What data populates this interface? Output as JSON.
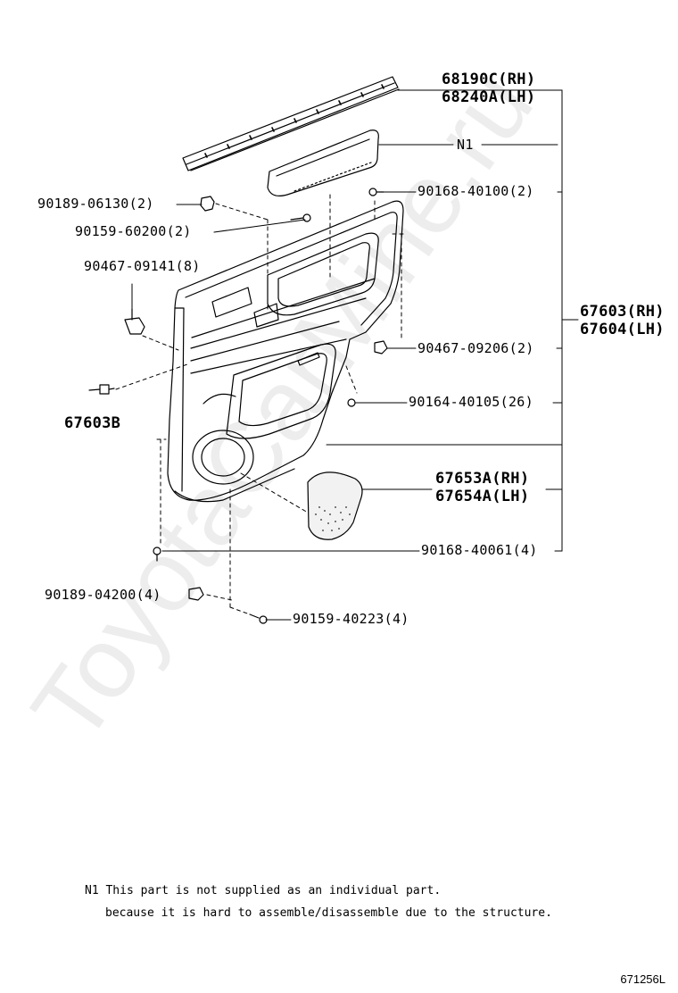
{
  "watermark": "ToyotaCarMine.ru",
  "labels": {
    "l_68190c": "68190C(RH)",
    "l_68240a": "68240A(LH)",
    "l_n1": "N1",
    "l_90189_06130": "90189-06130(2)",
    "l_90168_40100": "90168-40100(2)",
    "l_90159_60200": "90159-60200(2)",
    "l_90467_09141": "90467-09141(8)",
    "l_67603": "67603(RH)",
    "l_67604": "67604(LH)",
    "l_90467_09206": "90467-09206(2)",
    "l_90164_40105": "90164-40105(26)",
    "l_67603b": "67603B",
    "l_67653a": "67653A(RH)",
    "l_67654a": "67654A(LH)",
    "l_90168_40061": "90168-40061(4)",
    "l_90189_04200": "90189-04200(4)",
    "l_90159_40223": "90159-40223(4)"
  },
  "footnote": {
    "line1": "N1 This part is not supplied as an individual part.",
    "line2": "because it is hard to assemble/disassemble due to the structure."
  },
  "diagram_code": "671256L"
}
